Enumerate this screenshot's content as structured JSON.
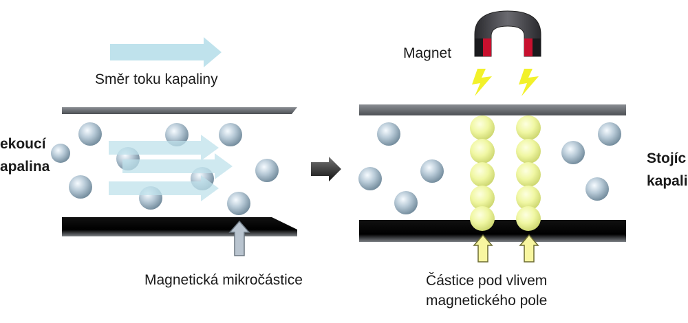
{
  "labels": {
    "flow_direction": "Směr toku kapaliny",
    "flowing_liquid_line1": "ekoucí",
    "flowing_liquid_line2": "apalina",
    "magnet": "Magnet",
    "microparticles": "Magnetická mikročástice",
    "field_particles_line1": "Částice pod vlivem",
    "field_particles_line2": "magnetického pole",
    "still_liquid_line1": "Stojíc",
    "still_liquid_line2": "kapali"
  },
  "colors": {
    "channel_wall": "#5f6368",
    "channel_floor": "#111111",
    "flow_arrow": "#bfe2ec",
    "particle": "#a9bccb",
    "chained_particle": "#f1f6a4",
    "field_arrow": "#f8f6a0",
    "spark": "#f2f12a",
    "magnet_body": "#3b3b40",
    "magnet_pole": "#c8102e"
  },
  "icons": [
    "magnet-icon",
    "spark-icon",
    "process-arrow-icon"
  ]
}
